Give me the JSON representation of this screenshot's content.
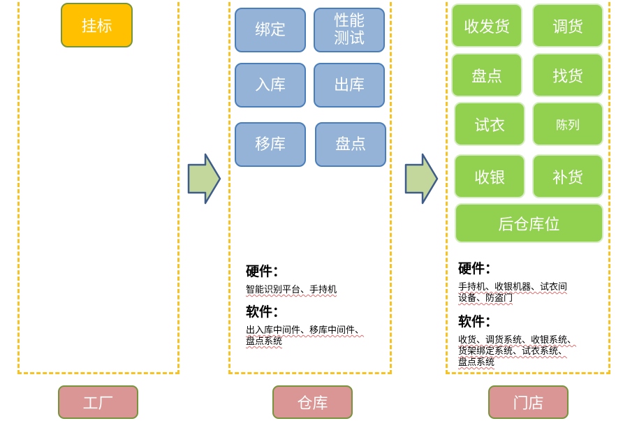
{
  "factory": {
    "top_box": "挂标",
    "footer": "工厂"
  },
  "warehouse": {
    "boxes": [
      "绑定",
      "性能\n测试",
      "入库",
      "出库",
      "移库",
      "盘点"
    ],
    "hardware_title": "硬件：",
    "hardware_text": "智能识别平台、手持机",
    "software_title": "软件：",
    "software_text": "出入库中间件、移库中间件、\n盘点系统",
    "footer": "仓库"
  },
  "store": {
    "boxes": [
      "收发货",
      "调货",
      "盘点",
      "找货",
      "试衣",
      "陈列",
      "收银",
      "补货",
      "后仓库位"
    ],
    "hardware_title": "硬件：",
    "hardware_text": "手持机、收银机器、试衣间\n设备、防盗门",
    "software_title": "软件：",
    "software_text": "收货、调货系统、收银系统、\n货架绑定系统、试衣系统、\n盘点系统",
    "footer": "门店"
  },
  "colors": {
    "dashed_border": "#f7c324",
    "blue_box": "#94b3d7",
    "green_box": "#92d050",
    "yellow_box": "#ffc000",
    "pink_box": "#d99694",
    "arrow": "#c3d69b"
  }
}
